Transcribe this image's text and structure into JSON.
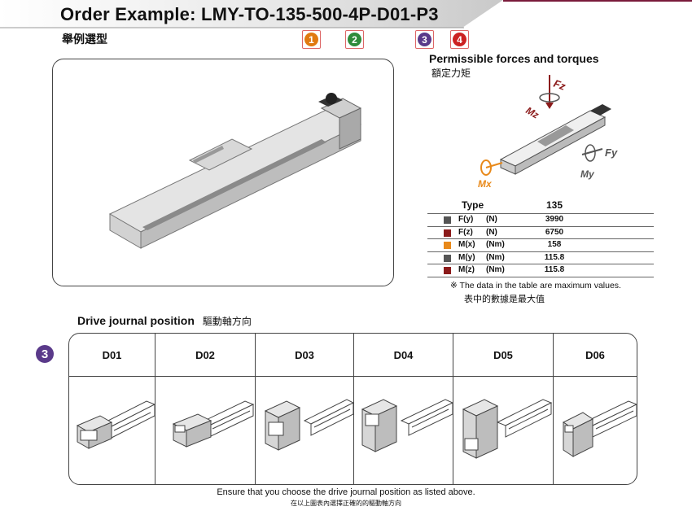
{
  "title": "Order Example: LMY-TO-135-500-4P-D01-P3",
  "subtitle_cn": "舉例選型",
  "badges": [
    {
      "label": "1",
      "color": "#e07a10"
    },
    {
      "label": "2",
      "color": "#2e8b3a"
    },
    {
      "label": "3",
      "color": "#5a3a8a"
    },
    {
      "label": "4",
      "color": "#cc2222"
    }
  ],
  "forces": {
    "title": "Permissible forces and torques",
    "title_cn": "額定力矩",
    "axis_labels": {
      "fz": "Fz",
      "mz": "Mz",
      "fy": "Fy",
      "my": "My",
      "mx": "Mx"
    },
    "header": {
      "type": "Type",
      "model": "135"
    },
    "rows": [
      {
        "name": "F(y)",
        "unit": "(N)",
        "value": "3990",
        "color": "#555555"
      },
      {
        "name": "F(z)",
        "unit": "(N)",
        "value": "6750",
        "color": "#8b1a1a"
      },
      {
        "name": "M(x)",
        "unit": "(Nm)",
        "value": "158",
        "color": "#e8891a"
      },
      {
        "name": "M(y)",
        "unit": "(Nm)",
        "value": "115.8",
        "color": "#555555"
      },
      {
        "name": "M(z)",
        "unit": "(Nm)",
        "value": "115.8",
        "color": "#8b1a1a"
      }
    ],
    "note": "※ The data in the table are maximum values.",
    "note_cn": "表中的數據是最大值"
  },
  "drive": {
    "title": "Drive journal position",
    "title_cn": "驅動軸方向",
    "badge": "3",
    "positions": [
      "D01",
      "D02",
      "D03",
      "D04",
      "D05",
      "D06"
    ]
  },
  "footer": {
    "note": "Ensure that you choose the drive journal position as listed above.",
    "note_cn": "在以上圖表內選擇正確的的驅動軸方向"
  }
}
